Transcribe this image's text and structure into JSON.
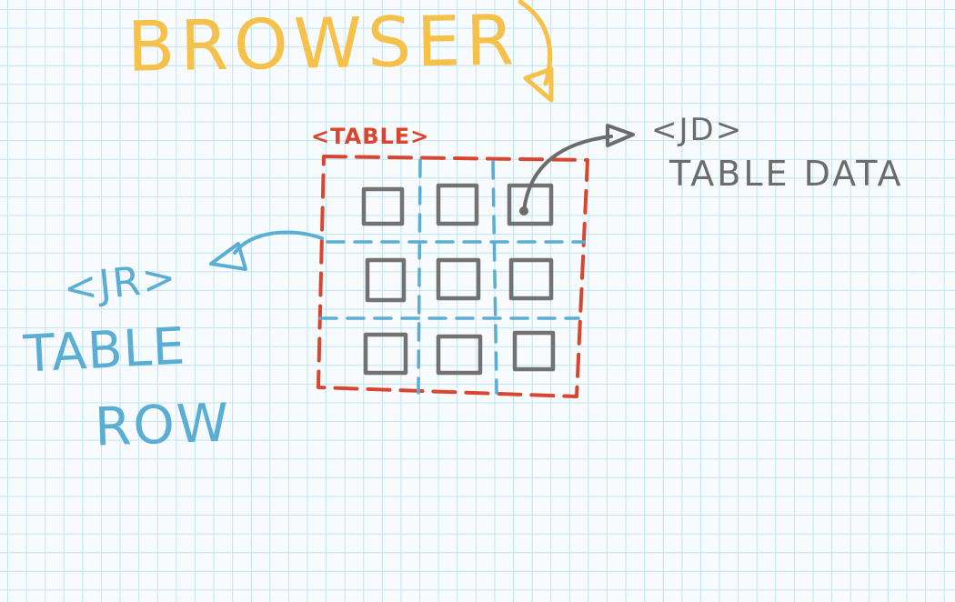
{
  "labels": {
    "browser": "BROWSER",
    "table_tag": "<TABLE>",
    "td_tag": "<JD>",
    "td_description": "TABLE DATA",
    "tr_tag": "<JR>",
    "tr_description_line1": "TABLE",
    "tr_description_line2": "ROW"
  },
  "colors": {
    "browser": "#f5c14a",
    "table_border": "#d9452f",
    "row_lines": "#5aaed3",
    "cells": "#727272",
    "td_annotation": "#6c6c6c",
    "tr_annotation": "#5aaed3",
    "grid": "#bfe3f3"
  }
}
